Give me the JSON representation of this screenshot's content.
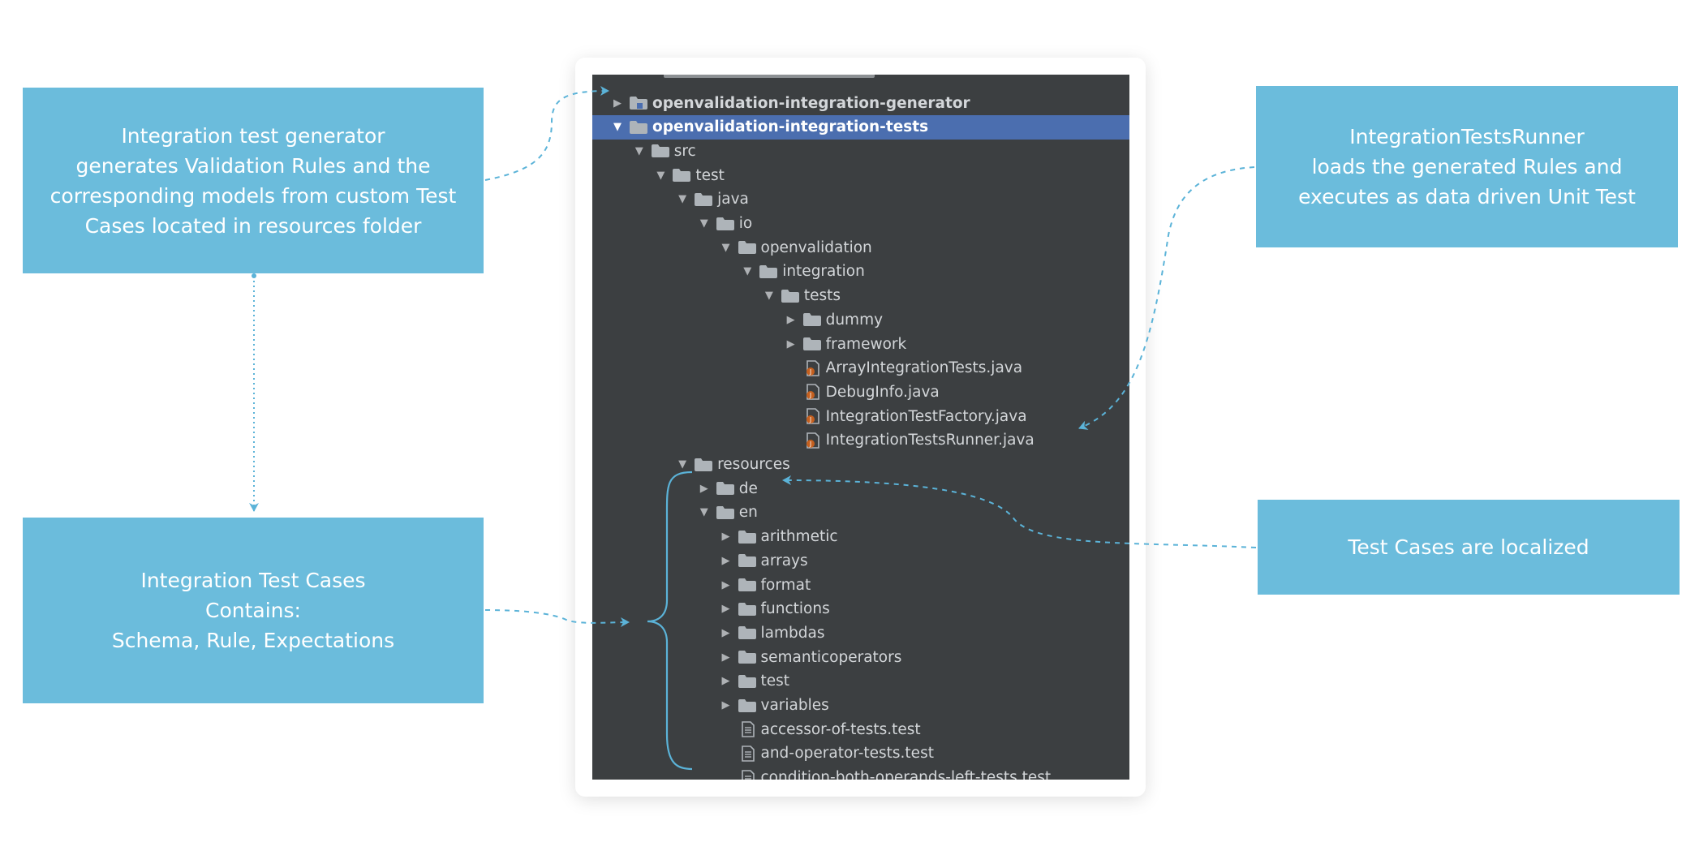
{
  "callouts": {
    "generator": [
      "Integration test generator",
      "generates Validation Rules and the",
      "corresponding models from custom Test",
      "Cases located in resources folder"
    ],
    "testcases": [
      "Integration Test Cases",
      "Contains:",
      "Schema, Rule, Expectations"
    ],
    "runner": [
      "IntegrationTestsRunner",
      "loads the generated Rules and",
      "executes as data driven Unit Test"
    ],
    "localized": [
      "Test Cases are localized"
    ]
  },
  "tree": [
    {
      "label": "openvalidation-integration-generator",
      "level": 0,
      "arrow": "right",
      "icon": "module-folder",
      "bold": true
    },
    {
      "label": "openvalidation-integration-tests",
      "level": 0,
      "arrow": "down",
      "icon": "folder",
      "bold": true,
      "selected": true
    },
    {
      "label": "src",
      "level": 1,
      "arrow": "down",
      "icon": "folder"
    },
    {
      "label": "test",
      "level": 2,
      "arrow": "down",
      "icon": "folder"
    },
    {
      "label": "java",
      "level": 3,
      "arrow": "down",
      "icon": "folder"
    },
    {
      "label": "io",
      "level": 4,
      "arrow": "down",
      "icon": "folder"
    },
    {
      "label": "openvalidation",
      "level": 5,
      "arrow": "down",
      "icon": "folder"
    },
    {
      "label": "integration",
      "level": 6,
      "arrow": "down",
      "icon": "folder"
    },
    {
      "label": "tests",
      "level": 7,
      "arrow": "down",
      "icon": "folder"
    },
    {
      "label": "dummy",
      "level": 8,
      "arrow": "right",
      "icon": "folder"
    },
    {
      "label": "framework",
      "level": 8,
      "arrow": "right",
      "icon": "folder"
    },
    {
      "label": "ArrayIntegrationTests.java",
      "level": 8,
      "arrow": "none",
      "icon": "java-file"
    },
    {
      "label": "DebugInfo.java",
      "level": 8,
      "arrow": "none",
      "icon": "java-file"
    },
    {
      "label": "IntegrationTestFactory.java",
      "level": 8,
      "arrow": "none",
      "icon": "java-file"
    },
    {
      "label": "IntegrationTestsRunner.java",
      "level": 8,
      "arrow": "none",
      "icon": "java-file"
    },
    {
      "label": "resources",
      "level": 3,
      "arrow": "down",
      "icon": "folder"
    },
    {
      "label": "de",
      "level": 4,
      "arrow": "right",
      "icon": "folder"
    },
    {
      "label": "en",
      "level": 4,
      "arrow": "down",
      "icon": "folder"
    },
    {
      "label": "arithmetic",
      "level": 5,
      "arrow": "right",
      "icon": "folder"
    },
    {
      "label": "arrays",
      "level": 5,
      "arrow": "right",
      "icon": "folder"
    },
    {
      "label": "format",
      "level": 5,
      "arrow": "right",
      "icon": "folder"
    },
    {
      "label": "functions",
      "level": 5,
      "arrow": "right",
      "icon": "folder"
    },
    {
      "label": "lambdas",
      "level": 5,
      "arrow": "right",
      "icon": "folder"
    },
    {
      "label": "semanticoperators",
      "level": 5,
      "arrow": "right",
      "icon": "folder"
    },
    {
      "label": "test",
      "level": 5,
      "arrow": "right",
      "icon": "folder"
    },
    {
      "label": "variables",
      "level": 5,
      "arrow": "right",
      "icon": "folder"
    },
    {
      "label": "accessor-of-tests.test",
      "level": 5,
      "arrow": "none",
      "icon": "text-file"
    },
    {
      "label": "and-operator-tests.test",
      "level": 5,
      "arrow": "none",
      "icon": "text-file"
    },
    {
      "label": "condition-both-operands-left-tests.test",
      "level": 5,
      "arrow": "none",
      "icon": "text-file"
    }
  ],
  "colors": {
    "callout_bg": "#6bbcdc",
    "connector": "#5bb3d8",
    "tree_bg": "#3c3f41",
    "selection": "#4b6eaf",
    "folder": "#aeb4b9",
    "java_badge": "#c45f1e"
  }
}
